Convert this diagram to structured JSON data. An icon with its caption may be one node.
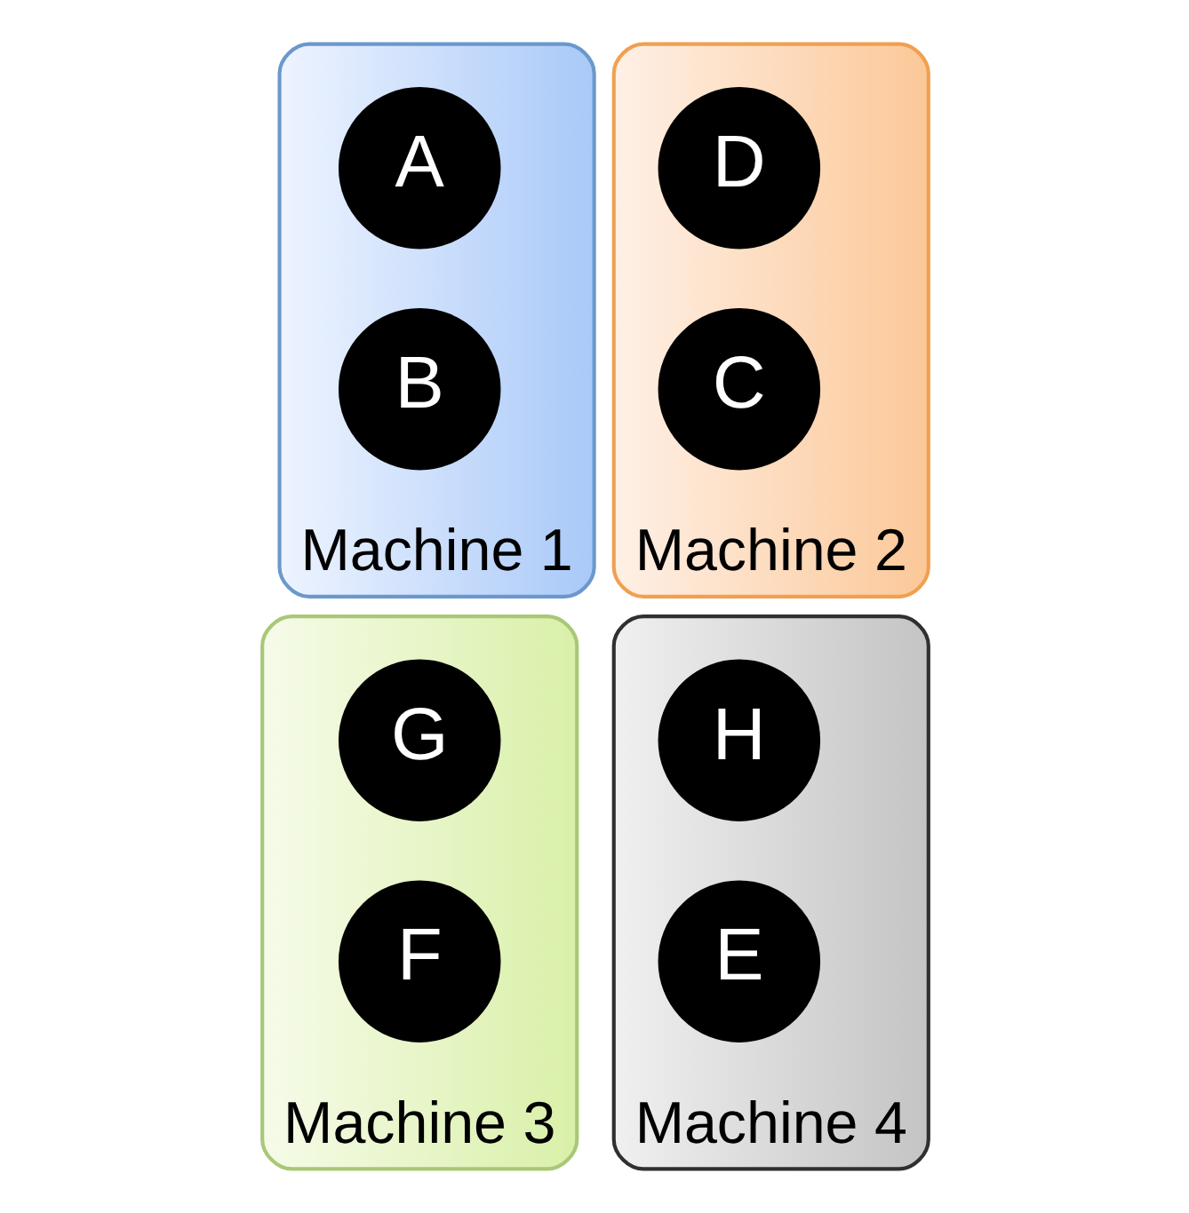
{
  "diagram": {
    "nodes": [
      {
        "text": [
          "Machine 1"
        ]
      },
      {
        "text": [
          "A"
        ],
        "in": 0
      },
      {
        "text": [
          "B"
        ],
        "in": 0
      },
      {
        "text": [
          "Machine 2"
        ]
      },
      {
        "text": [
          "D"
        ],
        "in": 3
      },
      {
        "text": [
          "C"
        ],
        "in": 3
      },
      {
        "text": [
          "Machine 3"
        ]
      },
      {
        "text": [
          "G"
        ],
        "in": 6
      },
      {
        "text": [
          "F"
        ],
        "in": 6
      },
      {
        "text": [
          "Machine 4"
        ]
      },
      {
        "text": [
          "H"
        ],
        "in": 9
      },
      {
        "text": [
          "E"
        ],
        "in": 9
      }
    ]
  }
}
